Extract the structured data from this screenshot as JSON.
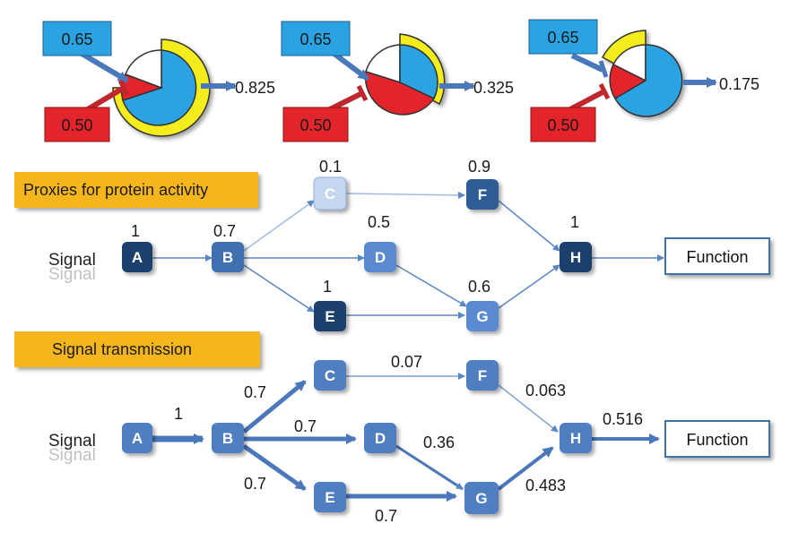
{
  "pies": [
    {
      "input_top": "0.65",
      "input_bottom": "0.50",
      "output": "0.825"
    },
    {
      "input_top": "0.65",
      "input_bottom": "0.50",
      "output": "0.325"
    },
    {
      "input_top": "0.65",
      "input_bottom": "0.50",
      "output": "0.175"
    }
  ],
  "proxies": {
    "banner": "Proxies for protein activity",
    "signal_label": "Signal",
    "function_label": "Function",
    "nodes": {
      "A": "A",
      "B": "B",
      "C": "C",
      "D": "D",
      "E": "E",
      "F": "F",
      "G": "G",
      "H": "H"
    },
    "values": {
      "A": "1",
      "B": "0.7",
      "C": "0.1",
      "D": "0.5",
      "E": "1",
      "F": "0.9",
      "G": "0.6",
      "H": "1"
    }
  },
  "transmission": {
    "banner": "Signal transmission",
    "signal_label": "Signal",
    "function_label": "Function",
    "nodes": {
      "A": "A",
      "B": "B",
      "C": "C",
      "D": "D",
      "E": "E",
      "F": "F",
      "G": "G",
      "H": "H"
    },
    "edges": {
      "A_B": "1",
      "B_C": "0.7",
      "B_D": "0.7",
      "B_E": "0.7",
      "C_F": "0.07",
      "D_G": "0.36",
      "E_G": "0.7",
      "F_H": "0.063",
      "G_H": "0.483",
      "H_out": "0.516"
    }
  },
  "colors": {
    "node_blue": "#4f7fc0",
    "node_dark": "#1f3f6e",
    "node_light": "#c5d7ef",
    "pie_blue": "#2ba3e2",
    "pie_red": "#e3242b",
    "pie_yellow": "#f4ec1a",
    "banner": "#f5b51d"
  }
}
